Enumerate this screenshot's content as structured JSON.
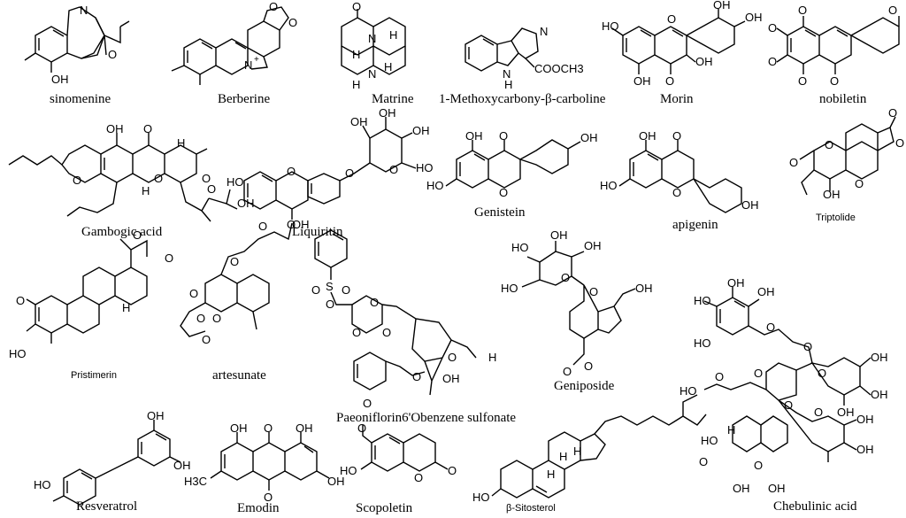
{
  "compounds": [
    {
      "id": "sinomenine",
      "name": "sinomenine",
      "atoms": [
        "N",
        "OH",
        "O"
      ]
    },
    {
      "id": "berberine",
      "name": "Berberine",
      "atoms": [
        "O",
        "O",
        "N",
        "+"
      ]
    },
    {
      "id": "matrine",
      "name": "Matrine",
      "atoms": [
        "O",
        "N",
        "N",
        "H",
        "H",
        "H",
        "H"
      ]
    },
    {
      "id": "carboline",
      "name": "1-Methoxycarbony-β-carboline",
      "atoms": [
        "N",
        "N",
        "H",
        "COOCH3"
      ]
    },
    {
      "id": "morin",
      "name": "Morin",
      "atoms": [
        "OH",
        "OH",
        "HO",
        "O",
        "OH",
        "OH",
        "O"
      ]
    },
    {
      "id": "nobiletin",
      "name": "nobiletin",
      "atoms": [
        "O",
        "O",
        "O",
        "O",
        "O",
        "O"
      ]
    },
    {
      "id": "gambogic",
      "name": "Gambogic acid",
      "atoms": [
        "OH",
        "O",
        "H",
        "O",
        "O",
        "O",
        "OH",
        "O",
        "H"
      ]
    },
    {
      "id": "liquiritin",
      "name": "Liquiritin",
      "atoms": [
        "HO",
        "OH",
        "OH",
        "OH",
        "O",
        "O",
        "O",
        "HO",
        "O"
      ]
    },
    {
      "id": "genistein",
      "name": "Genistein",
      "atoms": [
        "OH",
        "O",
        "OH",
        "HO",
        "O"
      ]
    },
    {
      "id": "apigenin",
      "name": "apigenin",
      "atoms": [
        "OH",
        "O",
        "HO",
        "O",
        "OH"
      ]
    },
    {
      "id": "triptolide",
      "name": "Triptolide",
      "atoms": [
        "O",
        "O",
        "O",
        "O",
        "O",
        "OH"
      ]
    },
    {
      "id": "pristimerin",
      "name": "Pristimerin",
      "atoms": [
        "O",
        "O",
        "H",
        "O",
        "HO"
      ]
    },
    {
      "id": "artesunate",
      "name": "artesunate",
      "atoms": [
        "O",
        "OH",
        "O",
        "O",
        "O",
        "O",
        "O"
      ]
    },
    {
      "id": "paeoniflorin",
      "name": "Paeoniflorin6'Obenzene sulfonate",
      "atoms": [
        "S",
        "O",
        "O",
        "O",
        "O",
        "O",
        "O",
        "O",
        "O",
        "H",
        "OH",
        "O"
      ]
    },
    {
      "id": "geniposide",
      "name": "Geniposide",
      "atoms": [
        "HO",
        "OH",
        "OH",
        "HO",
        "O",
        "O",
        "OH",
        "O",
        "O"
      ]
    },
    {
      "id": "chebulinic",
      "name": "Chebulinic acid",
      "atoms": [
        "OH",
        "HO",
        "OH",
        "HO",
        "O",
        "O",
        "O",
        "O",
        "HO",
        "O",
        "O",
        "OH",
        "OH",
        "OH",
        "O",
        "OH",
        "OH",
        "HO",
        "H",
        "O",
        "O",
        "OH",
        "OH"
      ]
    },
    {
      "id": "resveratrol",
      "name": "Resveratrol",
      "atoms": [
        "OH",
        "HO",
        "OH"
      ]
    },
    {
      "id": "emodin",
      "name": "Emodin",
      "atoms": [
        "OH",
        "O",
        "OH",
        "H3C",
        "O",
        "OH"
      ]
    },
    {
      "id": "scopoletin",
      "name": "Scopoletin",
      "atoms": [
        "O",
        "HO",
        "O",
        "O"
      ]
    },
    {
      "id": "sitosterol",
      "name": "β-Sitosterol",
      "atoms": [
        "H",
        "H",
        "H",
        "HO"
      ]
    }
  ]
}
